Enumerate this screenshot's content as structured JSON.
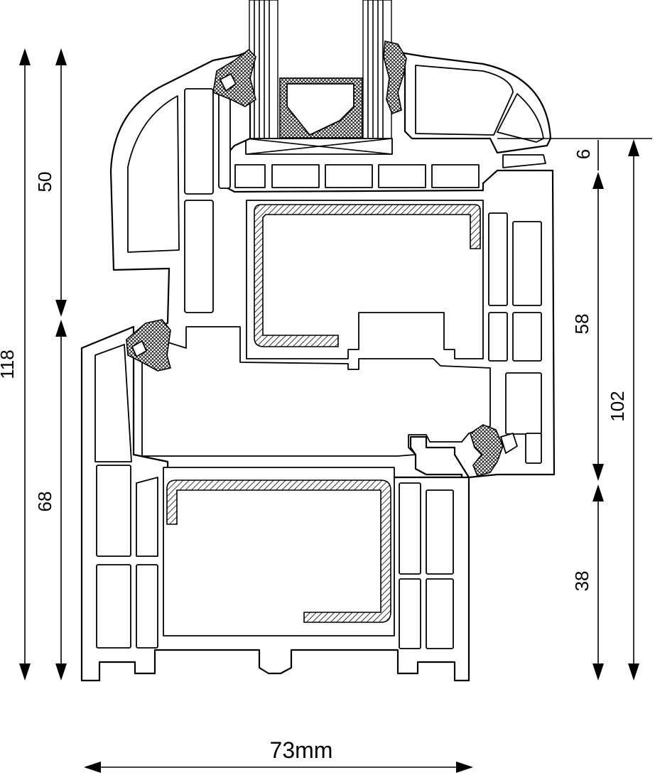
{
  "dimensions": {
    "total_height": "118",
    "sash_top": "50",
    "frame_lower": "68",
    "glass_offset": "6",
    "glazing_depth": "102",
    "sash_height": "58",
    "frame_height": "38",
    "width": "73mm"
  }
}
